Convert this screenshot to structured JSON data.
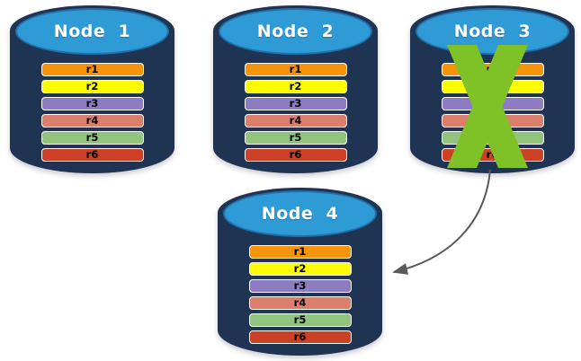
{
  "diagram": {
    "description": "Four database nodes each holding replicas r1-r6; failed node 3 is crossed out and its data fails over to node 4",
    "colors": {
      "background": "#FFFFFF",
      "cylinder_body": "#1F3353",
      "cylinder_top": "#2E9AD6",
      "cylinder_top_border": "#2070A8",
      "title_text": "#FFFFFF",
      "bar_border": "#FFFFFF",
      "bar_text": "#000000"
    },
    "nodes": [
      {
        "id": "node-1",
        "title": "Node  1",
        "failed": false,
        "rows": [
          {
            "label": "r1",
            "color": "#F7940B"
          },
          {
            "label": "r2",
            "color": "#FDFD00"
          },
          {
            "label": "r3",
            "color": "#8E7CC3"
          },
          {
            "label": "r4",
            "color": "#DB7E6B"
          },
          {
            "label": "r5",
            "color": "#93C47D"
          },
          {
            "label": "r6",
            "color": "#CC4125"
          }
        ]
      },
      {
        "id": "node-2",
        "title": "Node  2",
        "failed": false,
        "rows": [
          {
            "label": "r1",
            "color": "#F7940B"
          },
          {
            "label": "r2",
            "color": "#FDFD00"
          },
          {
            "label": "r3",
            "color": "#8E7CC3"
          },
          {
            "label": "r4",
            "color": "#DB7E6B"
          },
          {
            "label": "r5",
            "color": "#93C47D"
          },
          {
            "label": "r6",
            "color": "#CC4125"
          }
        ]
      },
      {
        "id": "node-3",
        "title": "Node  3",
        "failed": true,
        "rows": [
          {
            "label": "r1",
            "color": "#F7940B"
          },
          {
            "label": "r2",
            "color": "#FDFD00"
          },
          {
            "label": "r3",
            "color": "#8E7CC3"
          },
          {
            "label": "r4",
            "color": "#DB7E6B"
          },
          {
            "label": "r5",
            "color": "#93C47D"
          },
          {
            "label": "r6",
            "color": "#CC4125"
          }
        ]
      },
      {
        "id": "node-4",
        "title": "Node  4",
        "failed": false,
        "rows": [
          {
            "label": "r1",
            "color": "#F7940B"
          },
          {
            "label": "r2",
            "color": "#FDFD00"
          },
          {
            "label": "r3",
            "color": "#8E7CC3"
          },
          {
            "label": "r4",
            "color": "#DB7E6B"
          },
          {
            "label": "r5",
            "color": "#93C47D"
          },
          {
            "label": "r6",
            "color": "#CC4125"
          }
        ]
      }
    ],
    "failure_mark": {
      "icon": "x-icon",
      "on_node": "node-3",
      "color": "#7EC228"
    },
    "arrow": {
      "from": "node-3",
      "to": "node-4",
      "color": "#595959"
    }
  }
}
